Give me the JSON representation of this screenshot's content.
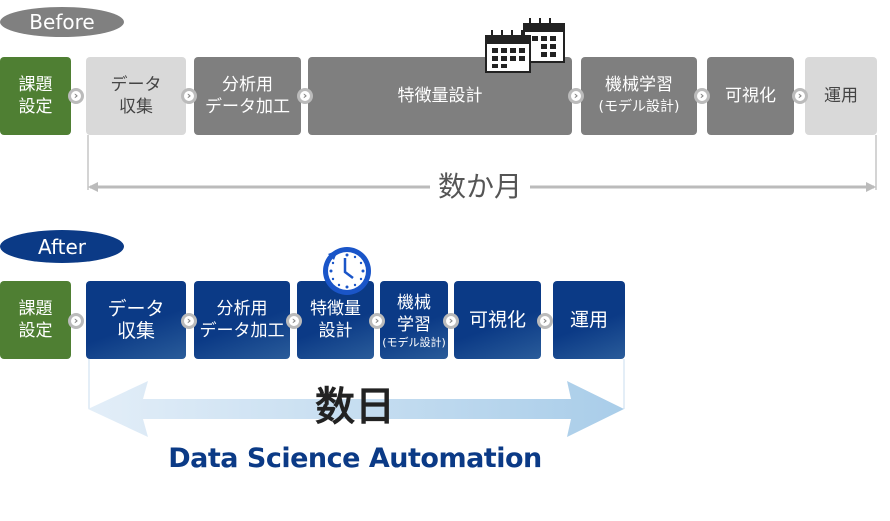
{
  "before": {
    "label": "Before",
    "steps": [
      {
        "line1": "課題",
        "line2": "設定"
      },
      {
        "line1": "データ",
        "line2": "収集"
      },
      {
        "line1": "分析用",
        "line2": "データ加工"
      },
      {
        "line1": "特徴量設計"
      },
      {
        "line1": "機械学習",
        "line2": "(モデル設計)"
      },
      {
        "line1": "可視化"
      },
      {
        "line1": "運用"
      }
    ],
    "duration": "数か月"
  },
  "after": {
    "label": "After",
    "steps": [
      {
        "line1": "課題",
        "line2": "設定"
      },
      {
        "line1": "データ",
        "line2": "収集"
      },
      {
        "line1": "分析用",
        "line2": "データ加工"
      },
      {
        "line1": "特徴量",
        "line2": "設計"
      },
      {
        "line1": "機械",
        "line2": "学習",
        "line3": "(モデル設計)"
      },
      {
        "line1": "可視化"
      },
      {
        "line1": "運用"
      }
    ],
    "duration": "数日",
    "tagline": "Data Science Automation"
  },
  "colors": {
    "green": "#4f7f33",
    "gray": "#7f7f7f",
    "light": "#d9d9d9",
    "navy": "#0b3a86"
  }
}
